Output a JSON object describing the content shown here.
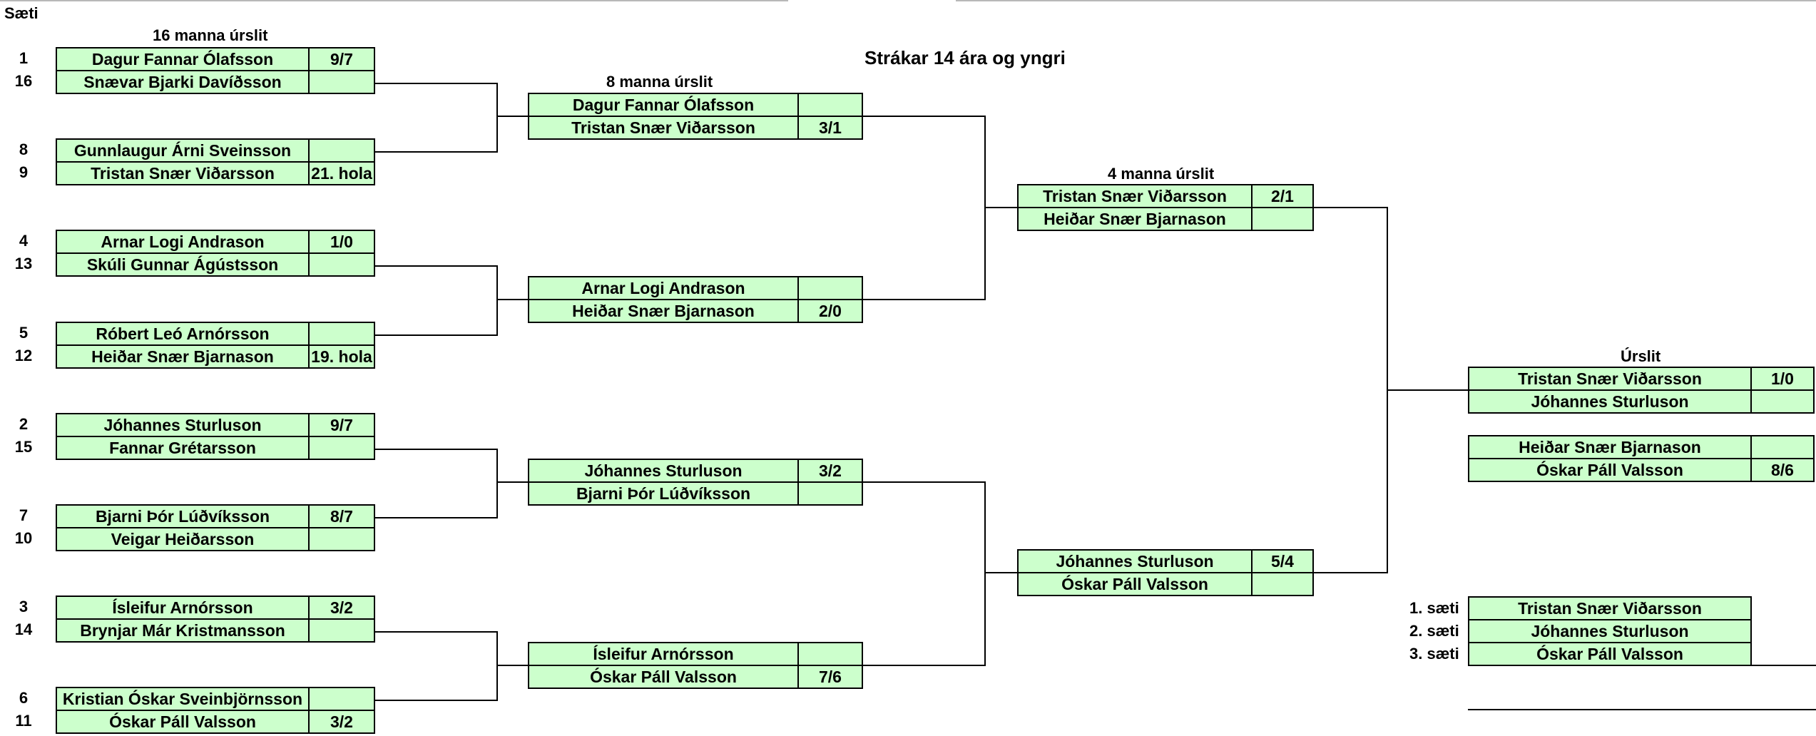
{
  "header": {
    "saeti_label": "Sæti",
    "title": "Strákar 14 ára og yngri"
  },
  "rounds": {
    "r16": "16 manna úrslit",
    "r8": "8 manna úrslit",
    "r4": "4 manna úrslit",
    "final": "Úrslit"
  },
  "r16": [
    {
      "seed": "1",
      "name": "Dagur Fannar Ólafsson",
      "score": "9/7"
    },
    {
      "seed": "16",
      "name": "Snævar Bjarki Davíðsson",
      "score": ""
    },
    {
      "seed": "8",
      "name": "Gunnlaugur Árni Sveinsson",
      "score": ""
    },
    {
      "seed": "9",
      "name": "Tristan Snær Viðarsson",
      "score": "21. hola"
    },
    {
      "seed": "4",
      "name": "Arnar Logi Andrason",
      "score": "1/0"
    },
    {
      "seed": "13",
      "name": "Skúli Gunnar Ágústsson",
      "score": ""
    },
    {
      "seed": "5",
      "name": "Róbert Leó Arnórsson",
      "score": ""
    },
    {
      "seed": "12",
      "name": "Heiðar Snær Bjarnason",
      "score": "19. hola"
    },
    {
      "seed": "2",
      "name": "Jóhannes Sturluson",
      "score": "9/7"
    },
    {
      "seed": "15",
      "name": "Fannar Grétarsson",
      "score": ""
    },
    {
      "seed": "7",
      "name": "Bjarni Þór Lúðvíksson",
      "score": "8/7"
    },
    {
      "seed": "10",
      "name": "Veigar Heiðarsson",
      "score": ""
    },
    {
      "seed": "3",
      "name": "Ísleifur Arnórsson",
      "score": "3/2"
    },
    {
      "seed": "14",
      "name": "Brynjar Már Kristmansson",
      "score": ""
    },
    {
      "seed": "6",
      "name": "Kristian Óskar Sveinbjörnsson",
      "score": ""
    },
    {
      "seed": "11",
      "name": "Óskar Páll Valsson",
      "score": "3/2"
    }
  ],
  "r8": [
    {
      "name": "Dagur Fannar Ólafsson",
      "score": ""
    },
    {
      "name": "Tristan Snær Viðarsson",
      "score": "3/1"
    },
    {
      "name": "Arnar Logi Andrason",
      "score": ""
    },
    {
      "name": "Heiðar Snær Bjarnason",
      "score": "2/0"
    },
    {
      "name": "Jóhannes Sturluson",
      "score": "3/2"
    },
    {
      "name": "Bjarni Þór Lúðvíksson",
      "score": ""
    },
    {
      "name": "Ísleifur Arnórsson",
      "score": ""
    },
    {
      "name": "Óskar Páll Valsson",
      "score": "7/6"
    }
  ],
  "r4": [
    {
      "name": "Tristan Snær Viðarsson",
      "score": "2/1"
    },
    {
      "name": "Heiðar Snær Bjarnason",
      "score": ""
    },
    {
      "name": "Jóhannes Sturluson",
      "score": "5/4"
    },
    {
      "name": "Óskar Páll Valsson",
      "score": ""
    }
  ],
  "final": [
    {
      "name": "Tristan Snær Viðarsson",
      "score": "1/0"
    },
    {
      "name": "Jóhannes Sturluson",
      "score": ""
    }
  ],
  "third_place": [
    {
      "name": "Heiðar Snær Bjarnason",
      "score": ""
    },
    {
      "name": "Óskar Páll Valsson",
      "score": "8/6"
    }
  ],
  "placings": [
    {
      "label": "1. sæti",
      "name": "Tristan Snær Viðarsson"
    },
    {
      "label": "2. sæti",
      "name": "Jóhannes Sturluson"
    },
    {
      "label": "3. sæti",
      "name": "Óskar Páll Valsson"
    }
  ],
  "colors": {
    "cell_bg": "#ccffcc",
    "border": "#000000"
  }
}
